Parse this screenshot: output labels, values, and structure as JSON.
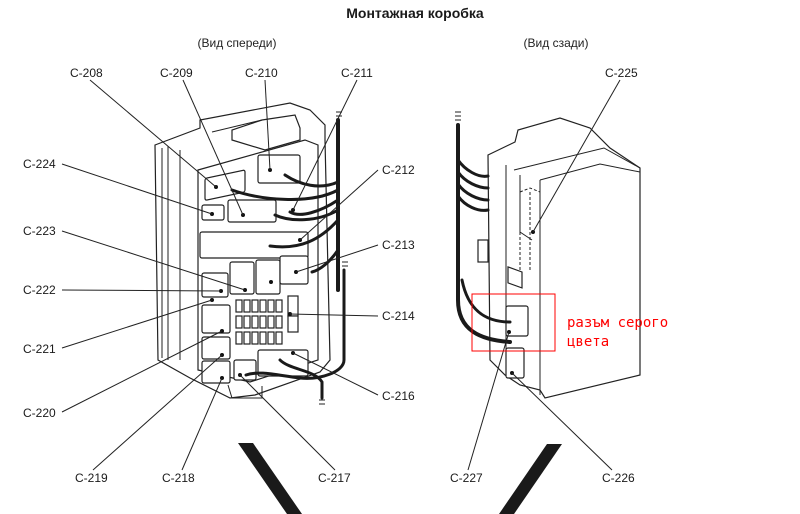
{
  "title": "Монтажная коробка",
  "front_view": {
    "caption": "(Вид спереди)",
    "connectors": {
      "c208": "C-208",
      "c209": "C-209",
      "c210": "C-210",
      "c211": "C-211",
      "c212": "C-212",
      "c213": "C-213",
      "c214": "C-214",
      "c216": "C-216",
      "c217": "C-217",
      "c218": "C-218",
      "c219": "C-219",
      "c220": "C-220",
      "c221": "C-221",
      "c222": "C-222",
      "c223": "C-223",
      "c224": "C-224"
    }
  },
  "rear_view": {
    "caption": "(Вид сзади)",
    "connectors": {
      "c225": "C-225",
      "c226": "C-226",
      "c227": "C-227"
    },
    "annotation": {
      "line1": "разъм серого",
      "line2": "цвета",
      "color": "#ff0000"
    }
  }
}
